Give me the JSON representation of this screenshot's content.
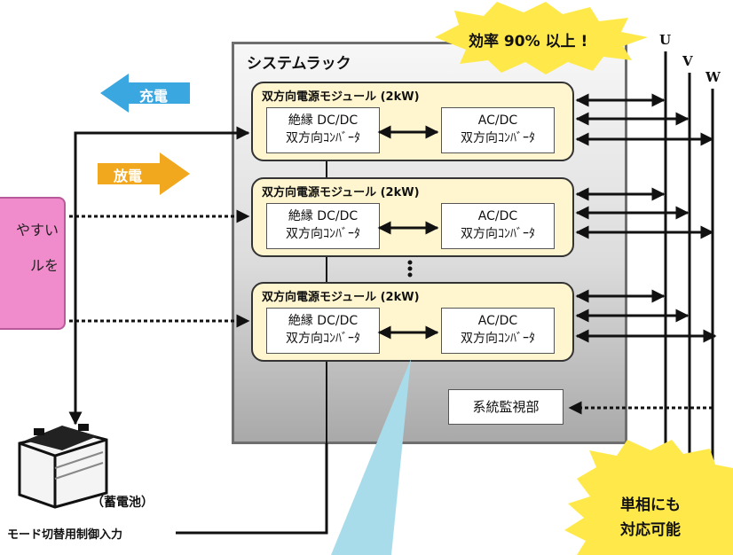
{
  "rack": {
    "title": "システムラック"
  },
  "modules": [
    {
      "title": "双方向電源モジュール (2kW)",
      "left_line1": "絶縁 DC/DC",
      "left_line2": "双方向ｺﾝﾊﾞｰﾀ",
      "right_line1": "AC/DC",
      "right_line2": "双方向ｺﾝﾊﾞｰﾀ"
    },
    {
      "title": "双方向電源モジュール (2kW)",
      "left_line1": "絶縁 DC/DC",
      "left_line2": "双方向ｺﾝﾊﾞｰﾀ",
      "right_line1": "AC/DC",
      "right_line2": "双方向ｺﾝﾊﾞｰﾀ"
    },
    {
      "title": "双方向電源モジュール (2kW)",
      "left_line1": "絶縁 DC/DC",
      "left_line2": "双方向ｺﾝﾊﾞｰﾀ",
      "right_line1": "AC/DC",
      "right_line2": "双方向ｺﾝﾊﾞｰﾀ"
    }
  ],
  "monitor": {
    "label": "系統監視部"
  },
  "charge_label": "充電",
  "discharge_label": "放電",
  "efficiency_label": "効率 90% 以上 !",
  "phases": {
    "u": "U",
    "v": "V",
    "w": "W"
  },
  "single_phase": {
    "line1": "単相にも",
    "line2": "対応可能"
  },
  "battery": {
    "label": "（蓄電池）"
  },
  "mode_control": {
    "label": "モード切替用制御入力"
  },
  "callout": {
    "line1": "やすい",
    "line2": "ルを"
  },
  "colors": {
    "charge": "#3aa7e0",
    "discharge": "#f2a81e",
    "burst": "#ffe94a",
    "module": "#fff6cf",
    "callout": "#f08ccb",
    "beam": "#a9dcea"
  }
}
